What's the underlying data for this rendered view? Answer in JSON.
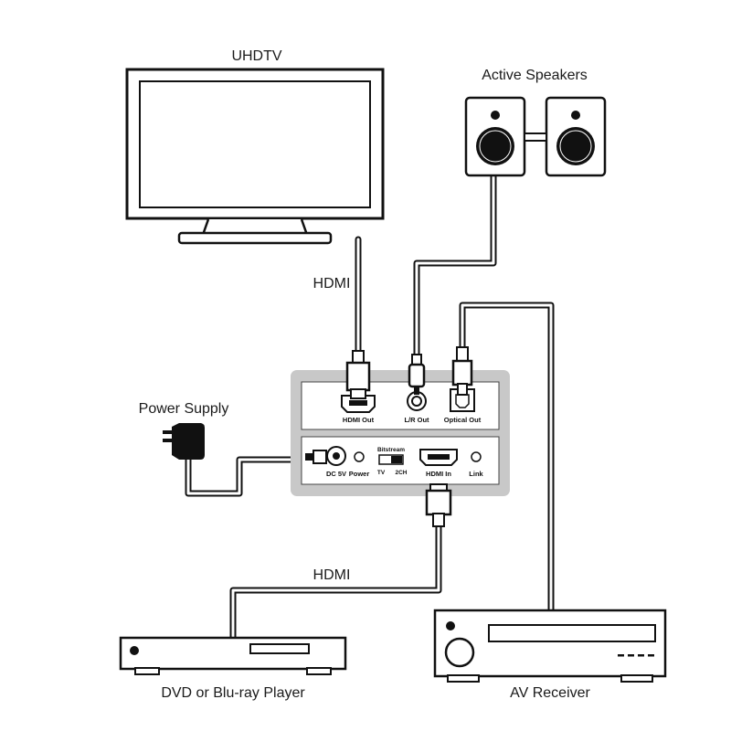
{
  "labels": {
    "tv": "UHDTV",
    "speakers": "Active Speakers",
    "power_supply": "Power Supply",
    "hdmi_top": "HDMI",
    "hdmi_bottom": "HDMI",
    "player": "DVD or Blu-ray Player",
    "receiver": "AV Receiver"
  },
  "device": {
    "top_ports": {
      "hdmi_out": "HDMI Out",
      "lr_out": "L/R Out",
      "optical_out": "Optical Out"
    },
    "bottom_ports": {
      "dc": "DC 5V",
      "power": "Power",
      "switch_title": "Bitstream",
      "switch_left": "TV",
      "switch_right": "2CH",
      "hdmi_in": "HDMI In",
      "link": "Link"
    }
  }
}
